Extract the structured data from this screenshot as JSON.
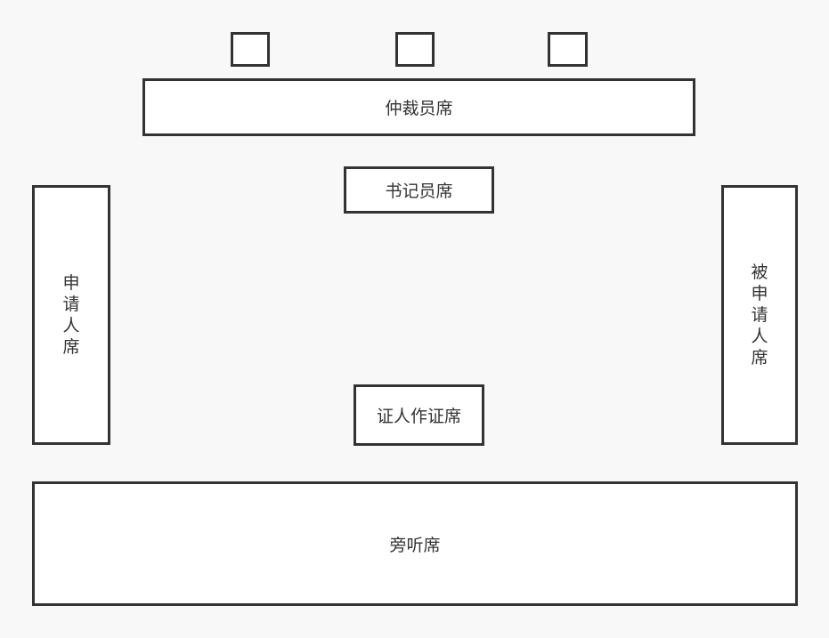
{
  "tables": {
    "arbitrator": "仲裁员席",
    "clerk": "书记员席",
    "applicant": [
      "申",
      "请",
      "人",
      "席"
    ],
    "respondent": [
      "被",
      "申",
      "请",
      "人",
      "席"
    ],
    "witness": "证人作证席",
    "audience": "旁听席"
  }
}
